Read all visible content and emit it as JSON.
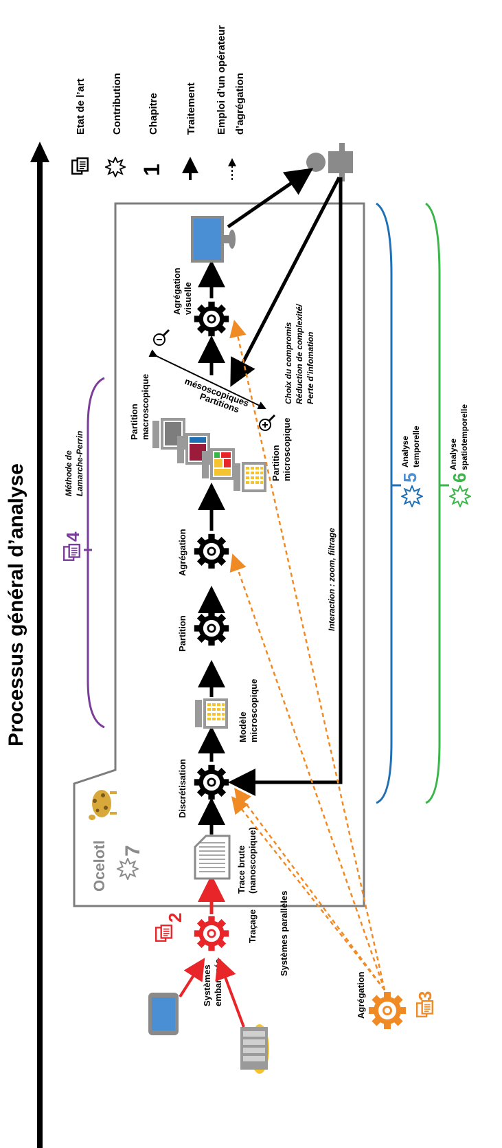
{
  "title": "Processus général d’analyse",
  "legend": {
    "etat_art": "Etat de l’art",
    "contribution": "Contribution",
    "chapitre_num": "1",
    "chapitre": "Chapitre",
    "traitement": "Traitement",
    "emploi_line1": "Emploi d’un opérateur",
    "emploi_line2": "d’agrégation"
  },
  "ocelotl": {
    "name": "Ocelotl",
    "chapter": "7"
  },
  "pipeline": {
    "trace_line1": "Trace brute",
    "trace_line2": "(nanoscopique)",
    "discretisation": "Discrétisation",
    "modele_line1": "Modèle",
    "modele_line2": "microscopique",
    "partition": "Partition",
    "agregation": "Agrégation",
    "part_macro_line1": "Partition",
    "part_macro_line2": "macroscopique",
    "part_micro_line1": "Partition",
    "part_micro_line2": "microscopique",
    "part_meso_line1": "Partitions",
    "part_meso_line2": "mésoscopiques",
    "agg_visuelle_line1": "Agrégation",
    "agg_visuelle_line2": "visuelle",
    "choix_line1": "Choix du compromis",
    "choix_line2": "Réduction de complexité/",
    "choix_line3": "Perte d’infomation",
    "interaction": "Interaction : zoom, filtrage"
  },
  "sources": {
    "embarques_line1": "Systèmes",
    "embarques_line2": "embarqués",
    "paralleles": "Systèmes parallèles",
    "tracage": "Traçage",
    "chapter": "2"
  },
  "aggregation_op": {
    "label": "Agrégation",
    "chapter": "3"
  },
  "chapter4": {
    "num": "4",
    "line1": "Méthode de",
    "line2": "Lamarche-Perrin"
  },
  "chapter5": {
    "num": "5",
    "line1": "Analyse",
    "line2": "temporelle"
  },
  "chapter6": {
    "num": "6",
    "line1": "Analyse",
    "line2": "spatiotemporelle"
  },
  "colors": {
    "black": "#000000",
    "red": "#e8262a",
    "orange": "#f08a24",
    "purple": "#7a3d9a",
    "blue": "#1f6fb5",
    "green": "#3ab54a",
    "grey": "#7d7d7d",
    "screen": "#4a8fd4"
  }
}
